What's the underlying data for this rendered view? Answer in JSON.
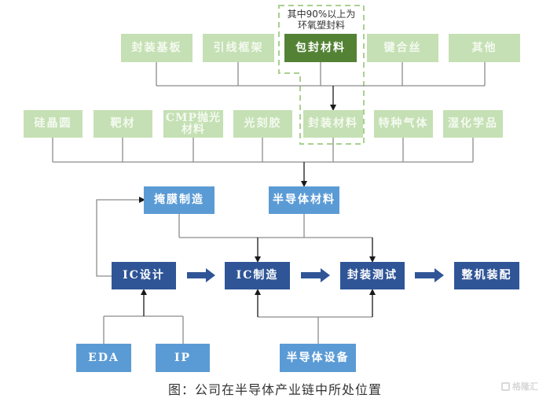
{
  "colors": {
    "light_green": "#c5e0b4",
    "dark_green": "#548235",
    "light_blue": "#5b9bd5",
    "dark_blue": "#2f5597",
    "dashed_outline": "#a9d18e",
    "connector": "#808080"
  },
  "note": {
    "line1": "其中90%以上为",
    "line2": "环氧塑封料"
  },
  "packaging_materials": [
    {
      "label": "封装基板"
    },
    {
      "label": "引线框架"
    },
    {
      "label": "包封材料",
      "highlighted": true
    },
    {
      "label": "键合丝"
    },
    {
      "label": "其他"
    }
  ],
  "materials": [
    {
      "label": "硅晶圆"
    },
    {
      "label": "靶材"
    },
    {
      "label_line1": "CMP抛光",
      "label_line2": "材料"
    },
    {
      "label": "光刻胶"
    },
    {
      "label": "封装材料"
    },
    {
      "label": "特种气体"
    },
    {
      "label": "湿化学品"
    }
  ],
  "support": {
    "mask": "掩膜制造",
    "semi_materials": "半导体材料"
  },
  "main_chain": [
    {
      "label": "IC设计"
    },
    {
      "label": "IC制造"
    },
    {
      "label": "封装测试"
    },
    {
      "label": "整机装配"
    }
  ],
  "tools": {
    "eda": "EDA",
    "ip": "IP",
    "equipment": "半导体设备"
  },
  "caption": "图：公司在半导体产业链中所处位置",
  "watermark": "格隆汇"
}
